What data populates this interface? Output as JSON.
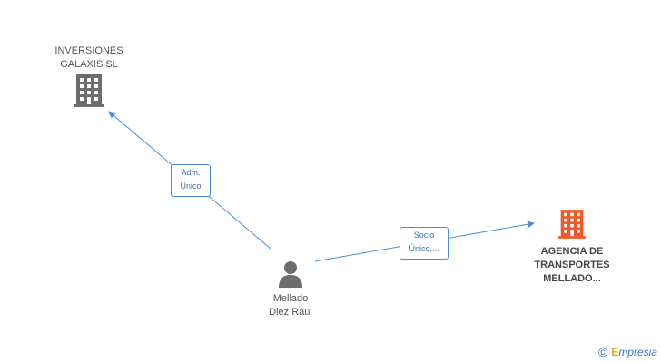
{
  "nodes": {
    "inversiones": {
      "line1": "INVERSIONES",
      "line2": "GALAXIS SL",
      "icon": "building-icon",
      "color": "#6d6d6d"
    },
    "agencia": {
      "line1": "AGENCIA DE",
      "line2": "TRANSPORTES",
      "line3": "MELLADO...",
      "icon": "building-icon",
      "color": "#f05a28"
    },
    "mellado": {
      "line1": "Mellado",
      "line2": "Diez Raul",
      "icon": "person-icon",
      "color": "#6d6d6d"
    }
  },
  "edges": {
    "adm": {
      "line1": "Adm.",
      "line2": "Unico"
    },
    "socio": {
      "line1": "Socio",
      "line2": "Único,..."
    }
  },
  "footer": {
    "copyright": "©",
    "brand_initial": "E",
    "brand_rest": "mpresia"
  },
  "colors": {
    "edge": "#4a8fd6"
  }
}
